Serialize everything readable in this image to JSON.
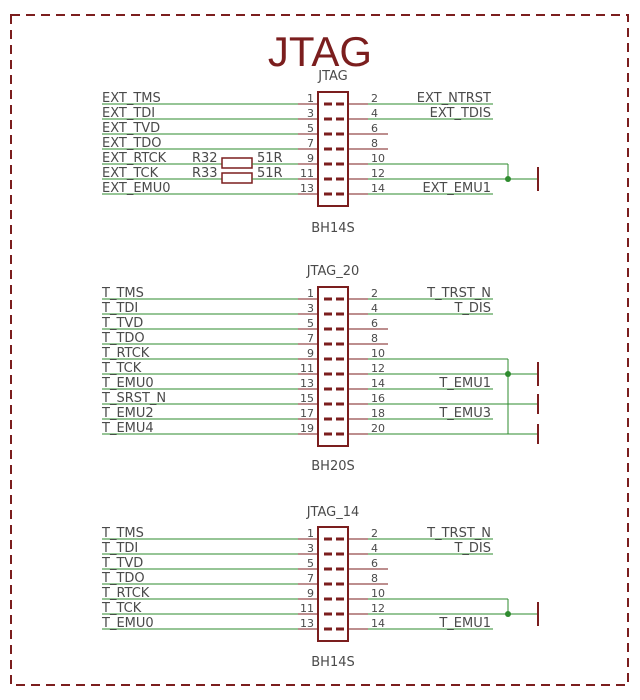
{
  "page_title": "JTAG",
  "colors": {
    "wire": "#2e8b2e",
    "part": "#7b1e1e",
    "text": "#4a4a4a",
    "frame": "#7b1e1e"
  },
  "resistors": [
    {
      "ref": "R32",
      "value": "51R"
    },
    {
      "ref": "R33",
      "value": "51R"
    }
  ],
  "connectors": [
    {
      "name": "JTAG",
      "part": "BH14S",
      "pins": [
        {
          "n_left": "1",
          "sig_left": "EXT_TMS",
          "n_right": "2",
          "sig_right": "EXT_NTRST"
        },
        {
          "n_left": "3",
          "sig_left": "EXT_TDI",
          "n_right": "4",
          "sig_right": "EXT_TDIS"
        },
        {
          "n_left": "5",
          "sig_left": "EXT_TVD",
          "n_right": "6",
          "sig_right": ""
        },
        {
          "n_left": "7",
          "sig_left": "EXT_TDO",
          "n_right": "8",
          "sig_right": ""
        },
        {
          "n_left": "9",
          "sig_left": "EXT_RTCK",
          "n_right": "10",
          "sig_right": ""
        },
        {
          "n_left": "11",
          "sig_left": "EXT_TCK",
          "n_right": "12",
          "sig_right": ""
        },
        {
          "n_left": "13",
          "sig_left": "EXT_EMU0",
          "n_right": "14",
          "sig_right": "EXT_EMU1"
        }
      ]
    },
    {
      "name": "JTAG_20",
      "part": "BH20S",
      "pins": [
        {
          "n_left": "1",
          "sig_left": "T_TMS",
          "n_right": "2",
          "sig_right": "T_TRST_N"
        },
        {
          "n_left": "3",
          "sig_left": "T_TDI",
          "n_right": "4",
          "sig_right": "T_DIS"
        },
        {
          "n_left": "5",
          "sig_left": "T_TVD",
          "n_right": "6",
          "sig_right": ""
        },
        {
          "n_left": "7",
          "sig_left": "T_TDO",
          "n_right": "8",
          "sig_right": ""
        },
        {
          "n_left": "9",
          "sig_left": "T_RTCK",
          "n_right": "10",
          "sig_right": ""
        },
        {
          "n_left": "11",
          "sig_left": "T_TCK",
          "n_right": "12",
          "sig_right": ""
        },
        {
          "n_left": "13",
          "sig_left": "T_EMU0",
          "n_right": "14",
          "sig_right": "T_EMU1"
        },
        {
          "n_left": "15",
          "sig_left": "T_SRST_N",
          "n_right": "16",
          "sig_right": ""
        },
        {
          "n_left": "17",
          "sig_left": "T_EMU2",
          "n_right": "18",
          "sig_right": "T_EMU3"
        },
        {
          "n_left": "19",
          "sig_left": "T_EMU4",
          "n_right": "20",
          "sig_right": ""
        }
      ]
    },
    {
      "name": "JTAG_14",
      "part": "BH14S",
      "pins": [
        {
          "n_left": "1",
          "sig_left": "T_TMS",
          "n_right": "2",
          "sig_right": "T_TRST_N"
        },
        {
          "n_left": "3",
          "sig_left": "T_TDI",
          "n_right": "4",
          "sig_right": "T_DIS"
        },
        {
          "n_left": "5",
          "sig_left": "T_TVD",
          "n_right": "6",
          "sig_right": ""
        },
        {
          "n_left": "7",
          "sig_left": "T_TDO",
          "n_right": "8",
          "sig_right": ""
        },
        {
          "n_left": "9",
          "sig_left": "T_RTCK",
          "n_right": "10",
          "sig_right": ""
        },
        {
          "n_left": "11",
          "sig_left": "T_TCK",
          "n_right": "12",
          "sig_right": ""
        },
        {
          "n_left": "13",
          "sig_left": "T_EMU0",
          "n_right": "14",
          "sig_right": "T_EMU1"
        }
      ]
    }
  ]
}
